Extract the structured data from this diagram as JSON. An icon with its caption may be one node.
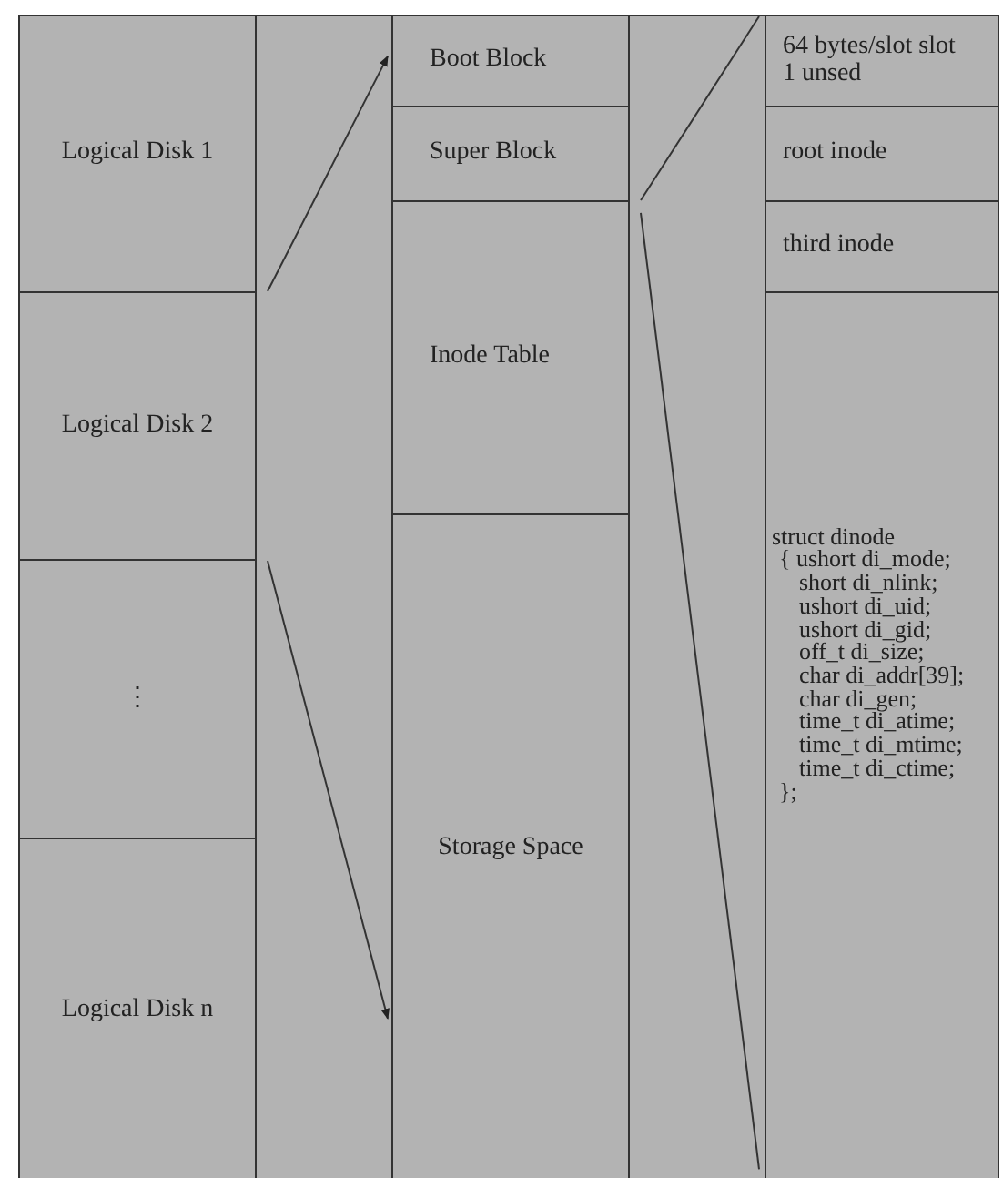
{
  "diagram": {
    "nodes": [
      {
        "text": [
          "Logical Disk 1"
        ]
      },
      {
        "text": [
          "Logical Disk 2"
        ]
      },
      {
        "text": [
          "⋮"
        ]
      },
      {
        "text": [
          "Logical Disk n"
        ]
      },
      {
        "text": [
          "Boot Block"
        ]
      },
      {
        "text": [
          "Super Block"
        ]
      },
      {
        "text": [
          "Inode Table"
        ]
      },
      {
        "text": [
          "Storage Space"
        ]
      },
      {
        "text": [
          "64 bytes/slot slot 1 unsed"
        ]
      },
      {
        "text": [
          "root inode"
        ]
      },
      {
        "text": [
          "third inode"
        ]
      },
      {
        "text": [
          "struct dinode",
          "{ ushort di_mode;",
          "short di_nlink;",
          "ushort di_uid;",
          "ushort di_gid;",
          "off_t di_size;",
          "char di_addr[39];",
          "char di_gen;",
          "time_t di_atime;",
          "time_t di_mtime;",
          "time_t di_ctime;",
          "};"
        ]
      }
    ],
    "edges": [
      {
        "from": 1,
        "to": 4,
        "arrow": "to"
      },
      {
        "from": 1,
        "to": 7,
        "arrow": "to"
      },
      {
        "from": 6,
        "to": 8,
        "arrow": "none"
      },
      {
        "from": 6,
        "to": 11,
        "arrow": "none"
      }
    ]
  }
}
